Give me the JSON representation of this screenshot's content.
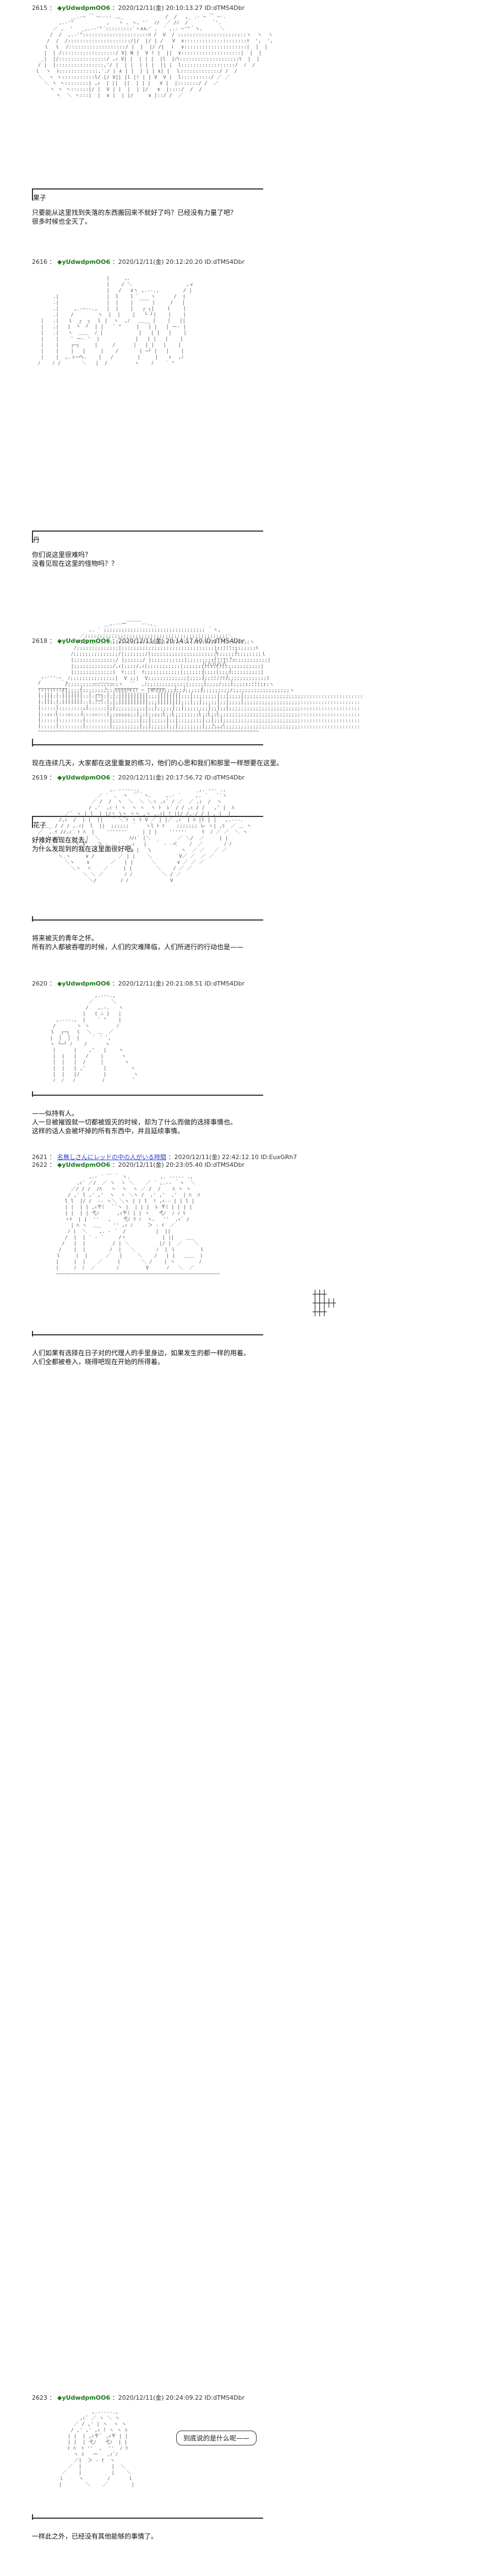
{
  "posts": [
    {
      "number": "2615",
      "name": "◆yUdwdpmOO6",
      "date_id": "：2020/12/11(金) 20:10:13.27 ID:dTMS4Dbr",
      "speaker": "果子",
      "dialogue": "只要能从这里找到失落的东西搬回来不就好了吗？已经没有力量了吧？\n很多时候也全灭了。"
    },
    {
      "number": "2616",
      "name": "◆yUdwdpmOO6",
      "date_id": "：2020/12/11(金) 20:12:20.20 ID:dTMS4Dbr",
      "speaker": "丹",
      "dialogue": "你们说这里很难吗？\n没看见现在这里的怪物吗？？",
      "speaker2": "花子",
      "dialogue2": "好难好看现在就去。\n为什么发现到的我在这里面很好吧。"
    },
    {
      "number": "2618",
      "name": "◆yUdwdpmOO6",
      "date_id": "：2020/12/11(金) 20:14:17.60 ID:dTMS4Dbr",
      "dialogue": "现在连续几天，大家都在这里重复的练习，他们的心思和我们和那里一样想要在这里。"
    },
    {
      "number": "2619",
      "name": "◆yUdwdpmOO6",
      "date_id": "：2020/12/11(金) 20:17:56.72 ID:dTMS4Dbr",
      "dialogue": "将来被灭的青年之怀。\n所有的人都被吞噬的时候，人们的灾难降临，人们所进行的行动也是——"
    },
    {
      "number": "2620",
      "name": "◆yUdwdpmOO6",
      "date_id": "：2020/12/11(金) 20:21:08.51 ID:dTMS4Dbr",
      "dialogue": "——似持有人。\n人一旦被摧毁就一切都被毁灭的时候，却为了什么而做的选择事情也。\n这样的话人会被坏掉的所有东西中，并且延续事情。"
    },
    {
      "number": "2621",
      "name": "名無しさんにレッドの中の人がいる時間",
      "date_id": "：2020/12/11(金) 22:42:12.10 ID:EuxGRh7",
      "number2": "2622",
      "name2": "◆yUdwdpmOO6",
      "date_id2": "：2020/12/11(金) 20:23:05.40 ID:dTMS4Dbr",
      "dice": "┼┼┼\n┼┼┼┼┼\n┼┼┼",
      "dialogue": "人们如果有选择在日子对的代理人的手里身边，如果发生的都一样的用着。\n人们全都被卷入，晓得吧现在开始的所得着。"
    },
    {
      "number": "2623",
      "name": "◆yUdwdpmOO6",
      "date_id": "：2020/12/11(金) 20:24:09.22 ID:dTMS4Dbr",
      "bubble": "到底说的是什么呢——",
      "dialogue": "一样此之外，已经没有其他能够的事情了。"
    }
  ]
}
